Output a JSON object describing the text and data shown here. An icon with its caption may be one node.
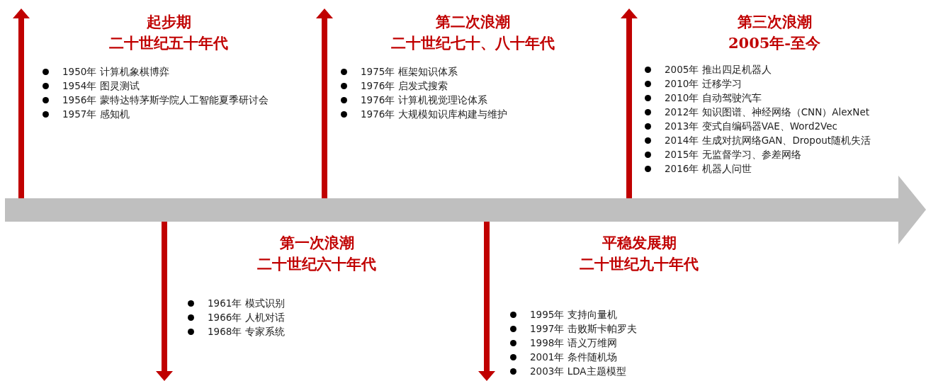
{
  "diagram": {
    "labels": [
      "起步期",
      "二十世纪五十年代",
      "1950年 计算机象棋博弈",
      "1954年 图灵测试",
      "1956年 蒙特达特茅斯学院人工智能夏季研讨会",
      "1957年 感知机",
      "第一次浪潮",
      "二十世纪六十年代",
      "1961年 模式识别",
      "1966年 人机对话",
      "1968年 专家系统",
      "第二次浪潮",
      "二十世纪七十、八十年代",
      "1975年 框架知识体系",
      "1976年 启发式搜索",
      "1976年 计算机视觉理论体系",
      "1976年 大规模知识库构建与维护",
      "平稳发展期",
      "二十世纪九十年代",
      "1995年 支持向量机",
      "1997年 击败斯卡帕罗夫",
      "1998年 语义万维网",
      "2001年 条件随机场",
      "2003年 LDA主题模型",
      "第三次浪潮",
      "2005年-至今",
      "2005年 推出四足机器人",
      "2010年 迁移学习",
      "2010年 自动驾驶汽车",
      "2012年 知识图谱、神经网络（CNN）AlexNet",
      "2013年 变式自编码器VAE、Word2Vec",
      "2014年 生成对抗网络GAN、Dropout随机失活",
      "2015年 无监督学习、参差网络",
      "2016年 机器人问世"
    ]
  }
}
